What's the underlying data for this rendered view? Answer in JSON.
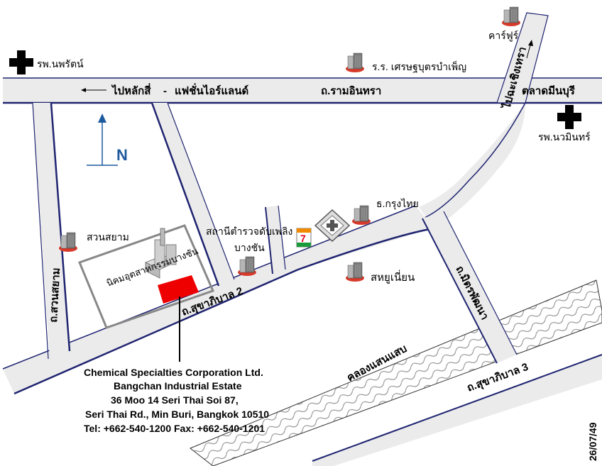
{
  "map": {
    "north_label": "N",
    "date_stamp": "26/07/49",
    "roads": {
      "ramintra": "ถ.รามอินทรา",
      "laksi": "ไปหลักสี่",
      "dash": "-",
      "fashion_island": "แฟชั่นไอร์แลนด์",
      "minburi_market": "ตลาดมีนบุรี",
      "to_chaeng": "ไปฉะเชิงเทรา",
      "sukhaphiban2": "ถ.สุขาภิบาล 2",
      "sukhaphiban3": "ถ.สุขาภิบาล 3",
      "suan_siam": "ถ.สวนสยาม",
      "mit_phatthana": "ถ.มิตรพัฒนา",
      "canal": "คลองแสนแสบ"
    },
    "places": {
      "hospital_nopparat": "รพ.นพรัตน์",
      "hospital_navamin": "รพ.นวมินทร์",
      "school": "ร.ร. เศรษฐบุตรบำเพ็ญ",
      "carrefour": "คาร์ฟูร์",
      "krungthai_bank": "ธ.กรุงไทย",
      "police_station_line1": "สถานีตำรวจดับเพลิง",
      "police_station_line2": "บางชัน",
      "suan_siam": "สวนสยาม",
      "post_office": "สหยูเนี่ยน",
      "estate_name": "นิคมอุตสาหกรรมบางชัน",
      "seven_eleven": "7"
    },
    "address": {
      "line1": "Chemical Specialties Corporation Ltd.",
      "line2": "Bangchan Industrial Estate",
      "line3": "36 Moo 14 Seri Thai Soi 87,",
      "line4": "Seri Thai Rd., Min Buri, Bangkok 10510",
      "line5": "Tel: +662-540-1200 Fax: +662-540-1201"
    },
    "colors": {
      "road_fill": "#ebebeb",
      "road_edge": "#1f2470",
      "accent_red": "#ee0000",
      "north_blue": "#1f5a9e",
      "building_gray": "#8a8a8a",
      "base_red": "#d73a2a"
    }
  }
}
